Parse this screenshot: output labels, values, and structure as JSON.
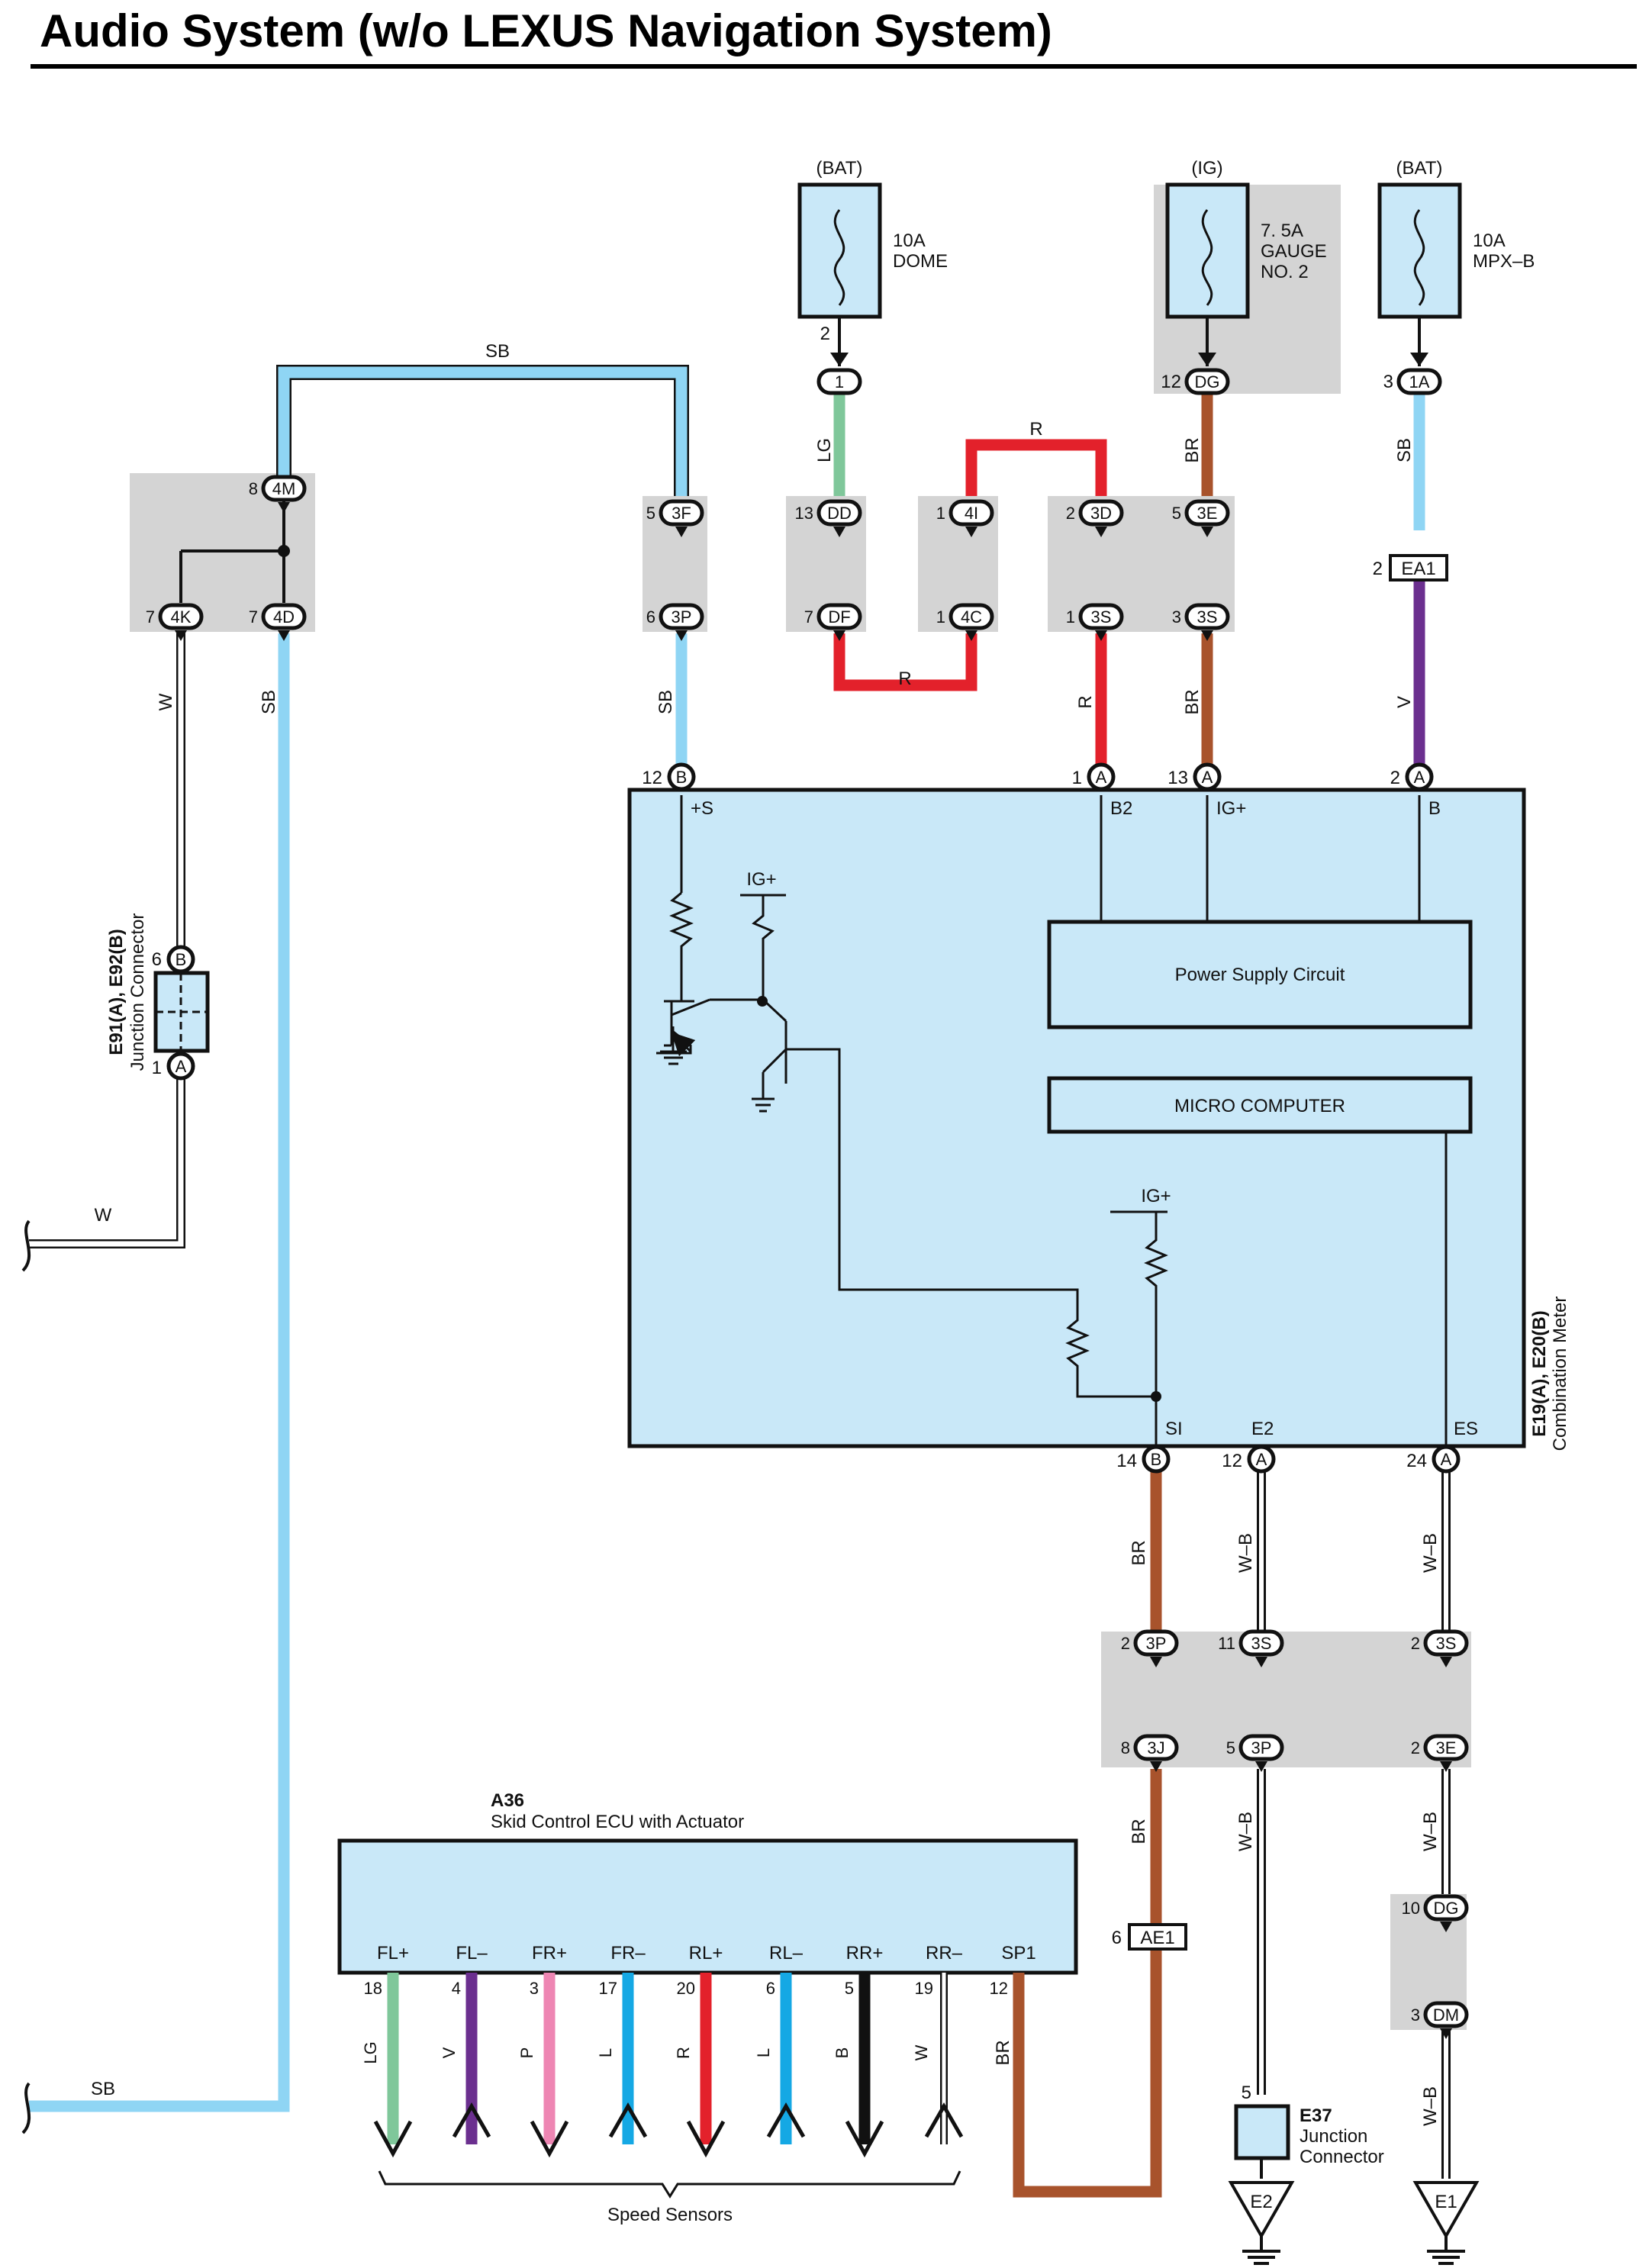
{
  "title": "Audio System (w/o LEXUS Navigation System)",
  "colors": {
    "SB": "#8fd5f4",
    "LG": "#7fc79a",
    "R": "#e3212b",
    "BR": "#a8532c",
    "V": "#6b2f8f",
    "P": "#ee86b3",
    "L": "#15a8e4",
    "B": "#111111",
    "W": "#ffffff",
    "W-B": "#ffffff",
    "box_fill": "#c9e8f8",
    "connector_group": "#d4d4d4"
  },
  "fuses": [
    {
      "id": "fuse-dome",
      "source": "(BAT)",
      "rating": "10A",
      "name": "DOME",
      "pin": "2",
      "connector": "1"
    },
    {
      "id": "fuse-gauge",
      "source": "(IG)",
      "rating": "7. 5A",
      "name": "GAUGE",
      "name2": "NO. 2",
      "pin": "12",
      "connector": "DG"
    },
    {
      "id": "fuse-mpx",
      "source": "(BAT)",
      "rating": "10A",
      "name": "MPX–B",
      "pin": "3",
      "connector": "1A"
    }
  ],
  "wire_labels": {
    "sb_top": "SB",
    "sb_left": "SB",
    "sb_3p": "SB",
    "w_left": "W",
    "w_bottom": "W",
    "sb_bottom": "SB",
    "lg": "LG",
    "r_top": "R",
    "r_loop": "R",
    "r_b2": "R",
    "br_top": "BR",
    "br_ig": "BR",
    "sb_mpx": "SB",
    "v": "V",
    "br_si": "BR",
    "wb_e2": "W–B",
    "wb_es": "W–B",
    "br_3j": "BR",
    "wb_3p": "W–B",
    "wb_3e": "W–B",
    "wb_dm": "W–B",
    "br_sp1": "BR"
  },
  "connectors": [
    {
      "id": "4M",
      "pin": "8"
    },
    {
      "id": "4K",
      "pin": "7"
    },
    {
      "id": "4D",
      "pin": "7"
    },
    {
      "id": "3F",
      "pin": "5"
    },
    {
      "id": "3P",
      "pin": "6"
    },
    {
      "id": "DD",
      "pin": "13"
    },
    {
      "id": "DF",
      "pin": "7"
    },
    {
      "id": "4I",
      "pin": "1"
    },
    {
      "id": "4C",
      "pin": "1"
    },
    {
      "id": "3D",
      "pin": "2"
    },
    {
      "id": "3S",
      "pin": "1"
    },
    {
      "id": "3E",
      "pin": "5"
    },
    {
      "id": "3S",
      "pin": "3"
    },
    {
      "id": "EA1",
      "pin": "2"
    },
    {
      "id": "3P",
      "pin": "2"
    },
    {
      "id": "3S",
      "pin": "11"
    },
    {
      "id": "3S",
      "pin": "2"
    },
    {
      "id": "3J",
      "pin": "8"
    },
    {
      "id": "3P",
      "pin": "5"
    },
    {
      "id": "3E",
      "pin": "2"
    },
    {
      "id": "DG",
      "pin": "10"
    },
    {
      "id": "DM",
      "pin": "3"
    },
    {
      "id": "AE1",
      "pin": "6"
    }
  ],
  "junction_connector": {
    "title": "E91(A), E92(B)",
    "name": "Junction Connector",
    "pin_top": "6",
    "conn_top": "B",
    "pin_bottom": "1",
    "conn_bottom": "A"
  },
  "meter": {
    "title": "E19(A), E20(B)",
    "name": "Combination Meter",
    "top_pins": [
      {
        "pin": "12",
        "conn": "B",
        "terminal": "+S"
      },
      {
        "pin": "1",
        "conn": "A",
        "terminal": "B2"
      },
      {
        "pin": "13",
        "conn": "A",
        "terminal": "IG+"
      },
      {
        "pin": "2",
        "conn": "A",
        "terminal": "B"
      }
    ],
    "bottom_pins": [
      {
        "pin": "14",
        "conn": "B",
        "terminal": "SI"
      },
      {
        "pin": "12",
        "conn": "A",
        "terminal": "E2"
      },
      {
        "pin": "24",
        "conn": "A",
        "terminal": "ES"
      }
    ],
    "ig_label": "IG+",
    "power_supply": "Power Supply Circuit",
    "micro": "MICRO COMPUTER"
  },
  "ecu": {
    "id": "A36",
    "name": "Skid Control ECU with Actuator",
    "pins": [
      {
        "terminal": "FL+",
        "pin": "18",
        "wire": "LG"
      },
      {
        "terminal": "FL–",
        "pin": "4",
        "wire": "V"
      },
      {
        "terminal": "FR+",
        "pin": "3",
        "wire": "P"
      },
      {
        "terminal": "FR–",
        "pin": "17",
        "wire": "L"
      },
      {
        "terminal": "RL+",
        "pin": "20",
        "wire": "R"
      },
      {
        "terminal": "RL–",
        "pin": "6",
        "wire": "L"
      },
      {
        "terminal": "RR+",
        "pin": "5",
        "wire": "B"
      },
      {
        "terminal": "RR–",
        "pin": "19",
        "wire": "W"
      },
      {
        "terminal": "SP1",
        "pin": "12",
        "wire": "BR"
      }
    ],
    "speed_sensors": "Speed Sensors"
  },
  "e37": {
    "id": "E37",
    "name": "Junction",
    "name2": "Connector",
    "pin": "5"
  },
  "grounds": [
    {
      "id": "E2"
    },
    {
      "id": "E1"
    }
  ]
}
